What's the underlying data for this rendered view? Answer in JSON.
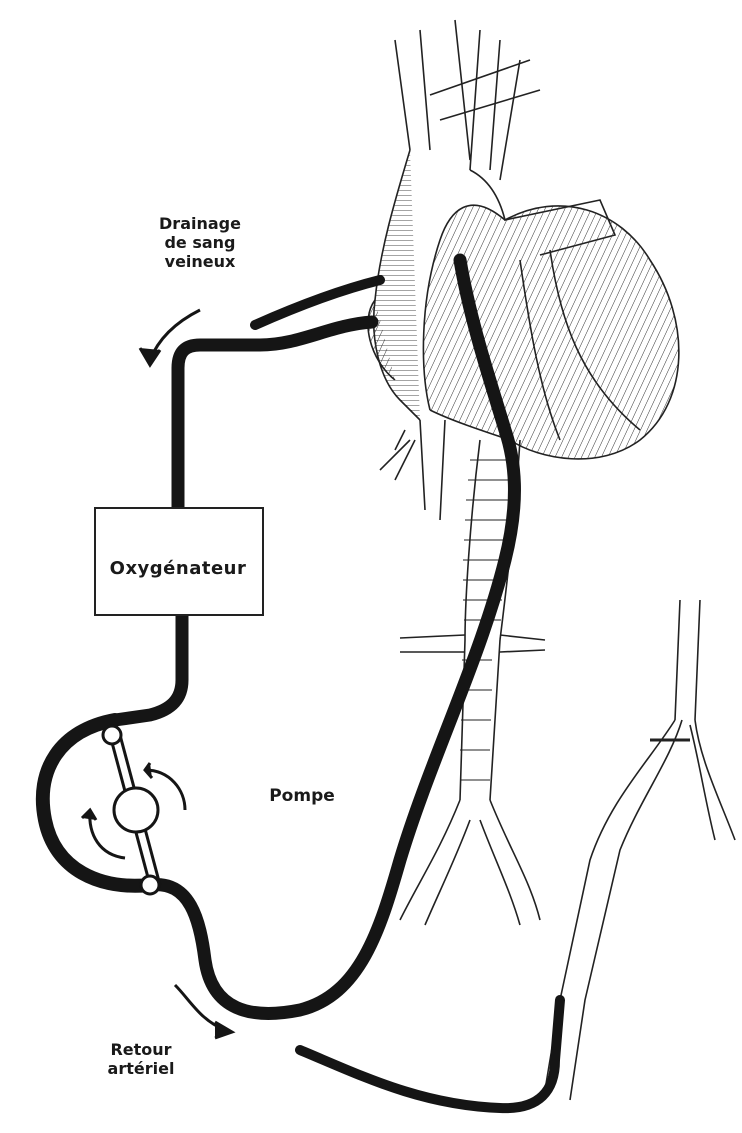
{
  "labels": {
    "venous_drainage": [
      "Drainage",
      "de sang",
      "veineux"
    ],
    "oxygenator": "Oxygénateur",
    "pump": "Pompe",
    "arterial_return": [
      "Retour",
      "artériel"
    ]
  },
  "colors": {
    "tube": "#151515",
    "line": "#222222",
    "background": "#ffffff"
  }
}
